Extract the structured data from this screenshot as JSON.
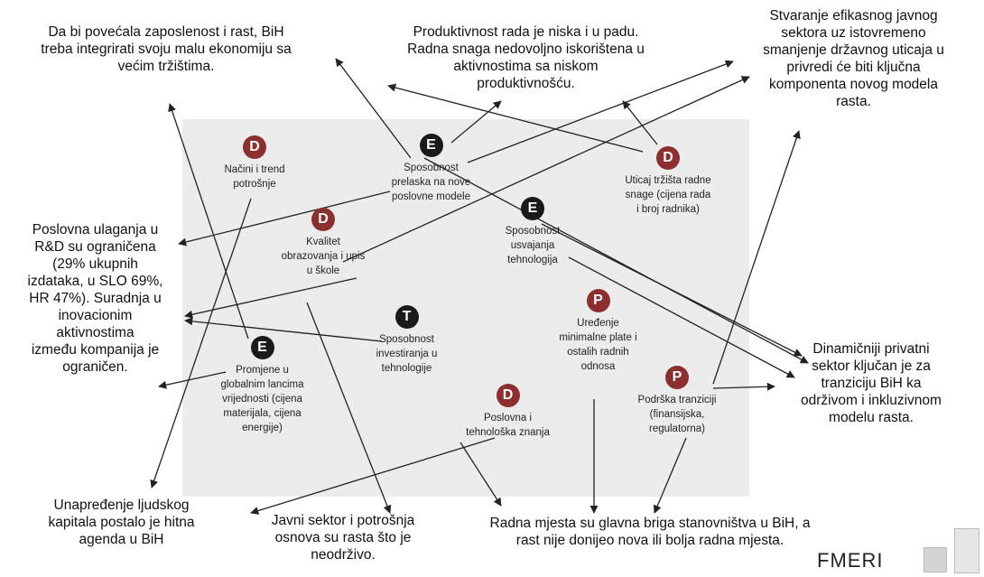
{
  "colors": {
    "D": "#8e2f2f",
    "E": "#1a1a1a",
    "T": "#1a1a1a",
    "P": "#8e2f2f",
    "panel": "#ececec"
  },
  "outer": {
    "top_left": [
      "Da bi povećala zaposlenost i rast, BiH",
      "treba integrirati svoju malu ekonomiju sa",
      "većim tržištima."
    ],
    "top_center": [
      "Produktivnost rada je niska i u padu.",
      "Radna snaga nedovoljno iskorištena u",
      "aktivnostima sa niskom",
      "produktivnošću."
    ],
    "top_right": [
      "Stvaranje efikasnog javnog",
      "sektora uz istovremeno",
      "smanjenje državnog uticaja u",
      "privredi će biti ključna",
      "komponenta novog modela",
      "rasta."
    ],
    "left_mid": [
      "Poslovna ulaganja u",
      "R&D su ograničena",
      "(29% ukupnih",
      "izdataka, u SLO 69%,",
      "HR 47%). Suradnja u",
      "inovacionim",
      "aktivnostima",
      "između kompanija je",
      "ograničen."
    ],
    "right_mid": [
      "Dinamičniji privatni",
      "sektor ključan je za",
      "tranziciju BiH ka",
      "održivom i inkluzivnom",
      "modelu rasta."
    ],
    "bottom_left": [
      "Unapređenje ljudskog",
      "kapitala postalo je hitna",
      "agenda u BiH"
    ],
    "bottom_center": [
      "Javni sektor i potrošnja",
      "osnova su rasta što je",
      "neodrživo."
    ],
    "bottom_right": [
      "Radna mjesta su glavna briga stanovništva u BiH, a",
      "rast nije donijeo nova ili bolja radna mjesta."
    ]
  },
  "nodes": {
    "n1": {
      "letter": "D",
      "lines": [
        "Načini i trend",
        "potrošnje"
      ]
    },
    "n2": {
      "letter": "E",
      "lines": [
        "Sposobnost",
        "prelaska na nove",
        "poslovne modele"
      ]
    },
    "n3": {
      "letter": "D",
      "lines": [
        "Uticaj tržišta radne",
        "snage (cijena rada",
        "i broj radnika)"
      ]
    },
    "n4": {
      "letter": "D",
      "lines": [
        "Kvalitet",
        "obrazovanja i upis",
        "u škole"
      ]
    },
    "n5": {
      "letter": "E",
      "lines": [
        "Sposobnost",
        "usvajanja",
        "tehnologija"
      ]
    },
    "n6": {
      "letter": "P",
      "lines": [
        "Uređenje",
        "minimalne plate i",
        "ostalih radnih",
        "odnosa"
      ]
    },
    "n7": {
      "letter": "T",
      "lines": [
        "Sposobnost",
        "investiranja u",
        "tehnologije"
      ]
    },
    "n8": {
      "letter": "E",
      "lines": [
        "Promjene u",
        "globalnim lancima",
        "vrijednosti (cijena",
        "materijala, cijena",
        "energije)"
      ]
    },
    "n9": {
      "letter": "D",
      "lines": [
        "Poslovna i",
        "tehnološka znanja"
      ]
    },
    "n10": {
      "letter": "P",
      "lines": [
        "Podrška tranziciji",
        "(finansijska,",
        "regulatorna)"
      ]
    }
  },
  "footer": {
    "logo": "FMERI"
  }
}
